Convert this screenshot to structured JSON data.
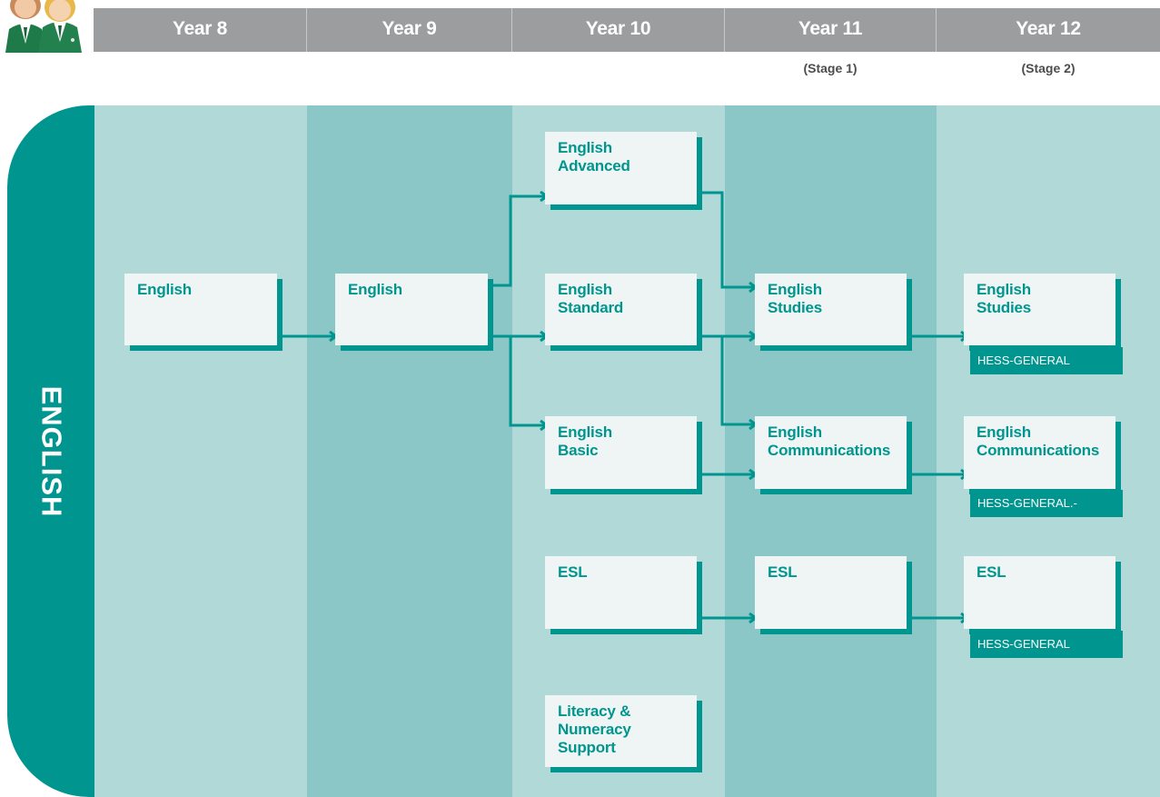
{
  "header": {
    "years": [
      "Year 8",
      "Year 9",
      "Year 10",
      "Year 11",
      "Year 12"
    ],
    "stages": {
      "year11": "(Stage 1)",
      "year12": "(Stage 2)"
    }
  },
  "subject": "ENGLISH",
  "courses": {
    "y8_english": "English",
    "y9_english": "English",
    "y10_advanced": "English\nAdvanced",
    "y10_standard": "English\nStandard",
    "y10_basic": "English\nBasic",
    "y10_esl": "ESL",
    "y10_literacy": "Literacy &\nNumeracy\nSupport",
    "y11_studies": "English\nStudies",
    "y11_communications": "English\nCommunications",
    "y11_esl": "ESL",
    "y12_studies": "English\nStudies",
    "y12_communications": "English\nCommunications",
    "y12_esl": "ESL"
  },
  "tags": {
    "y12_studies": "HESS-GENERAL",
    "y12_communications": "HESS-GENERAL.-",
    "y12_esl": "HESS-GENERAL"
  },
  "colors": {
    "accent": "#00958f",
    "header": "#9c9d9f",
    "column_light": "#b0d9d8",
    "column_dark": "#8bc7c7",
    "box_fill": "#eef5f4"
  }
}
